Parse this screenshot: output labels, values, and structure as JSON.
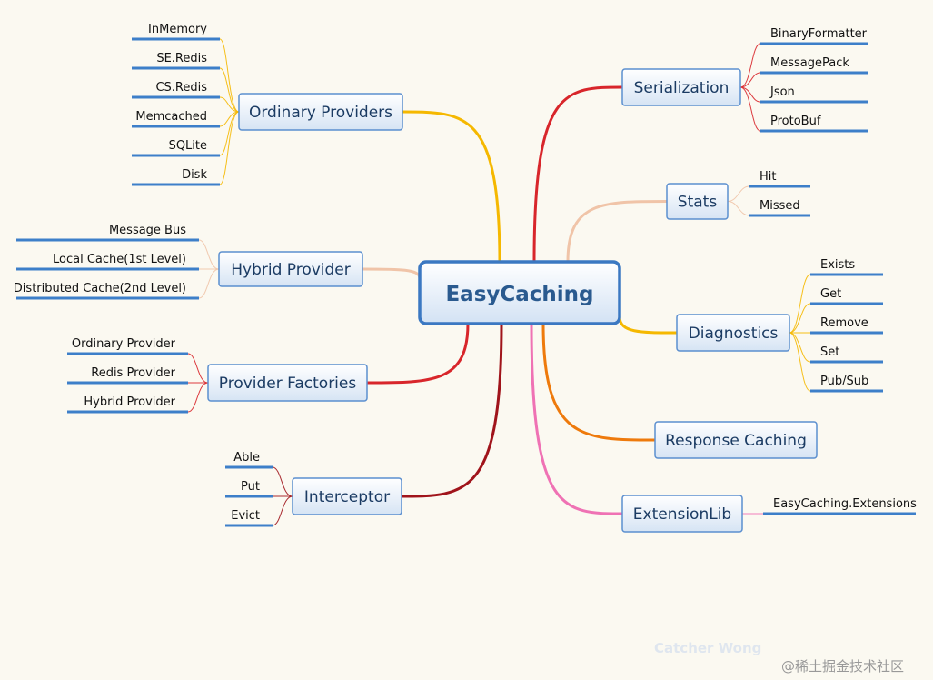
{
  "central": {
    "label": "EasyCaching"
  },
  "branches": [
    {
      "id": "ordinary-providers",
      "label": "Ordinary Providers",
      "color": "#f5b800",
      "children": [
        "InMemory",
        "SE.Redis",
        "CS.Redis",
        "Memcached",
        "SQLite",
        "Disk"
      ]
    },
    {
      "id": "hybrid-provider",
      "label": "Hybrid Provider",
      "color": "#f0c4a8",
      "children": [
        "Message Bus",
        "Local Cache(1st Level)",
        "Distributed Cache(2nd Level)"
      ]
    },
    {
      "id": "provider-factories",
      "label": "Provider Factories",
      "color": "#d8262b",
      "children": [
        "Ordinary Provider",
        "Redis Provider",
        "Hybrid Provider"
      ]
    },
    {
      "id": "interceptor",
      "label": "Interceptor",
      "color": "#a0141b",
      "children": [
        "Able",
        "Put",
        "Evict"
      ]
    },
    {
      "id": "serialization",
      "label": "Serialization",
      "color": "#d8262b",
      "children": [
        "BinaryFormatter",
        "MessagePack",
        "Json",
        "ProtoBuf"
      ]
    },
    {
      "id": "stats",
      "label": "Stats",
      "color": "#f0c4a8",
      "children": [
        "Hit",
        "Missed"
      ]
    },
    {
      "id": "diagnostics",
      "label": "Diagnostics",
      "color": "#f5b800",
      "children": [
        "Exists",
        "Get",
        "Remove",
        "Set",
        "Pub/Sub"
      ]
    },
    {
      "id": "response-caching",
      "label": "Response Caching",
      "color": "#ee7a0c",
      "children": []
    },
    {
      "id": "extensionlib",
      "label": "ExtensionLib",
      "color": "#ef72b4",
      "children": [
        "EasyCaching.Extensions"
      ]
    }
  ],
  "watermark": {
    "author": "Catcher Wong",
    "site": "@稀土掘金技术社区"
  }
}
